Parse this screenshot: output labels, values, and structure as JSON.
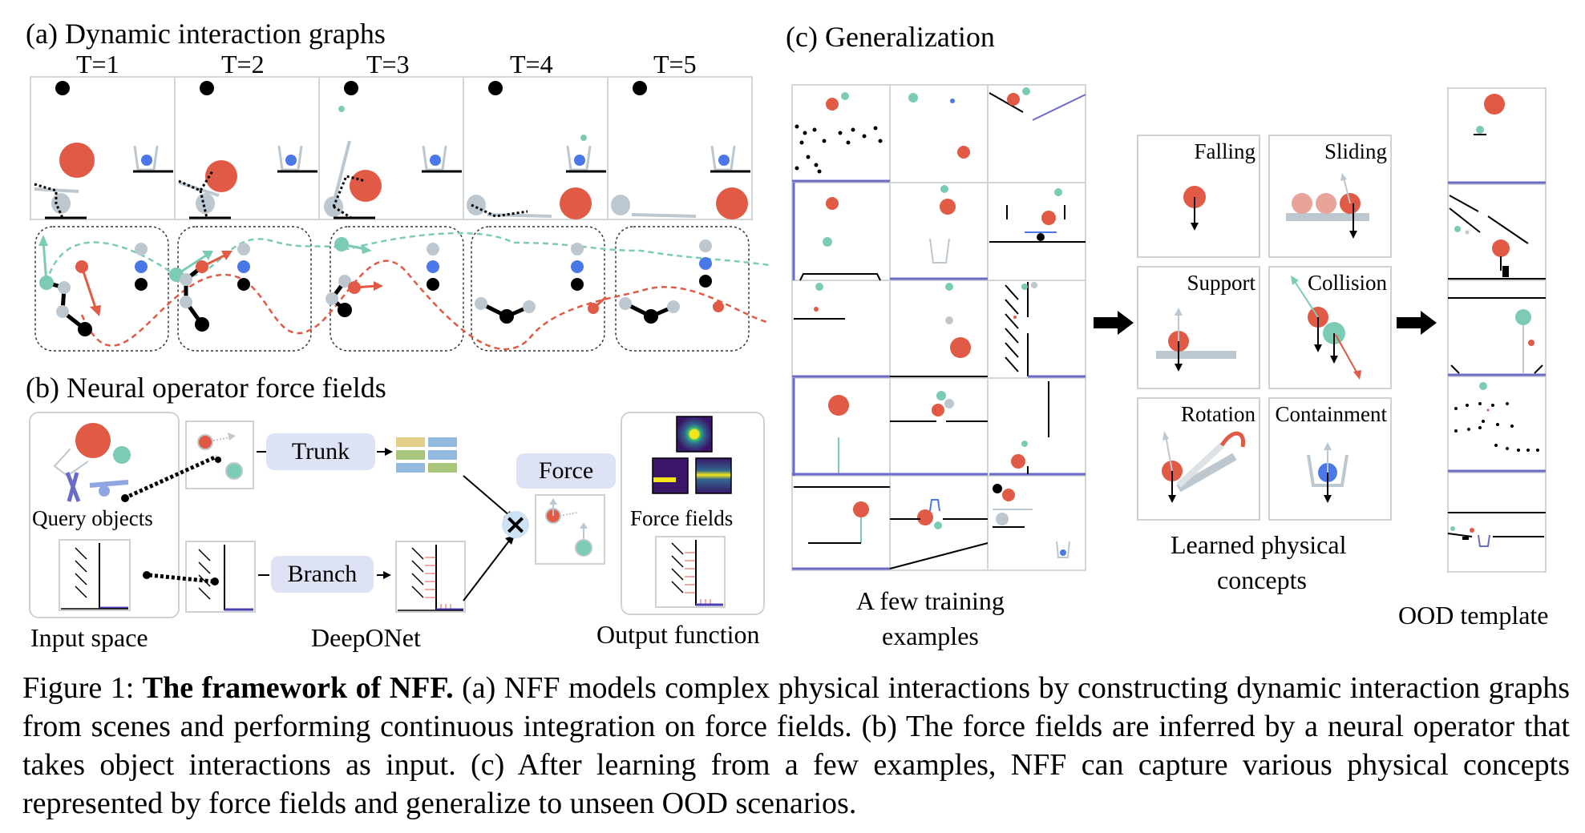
{
  "panel_a": {
    "title": "(a) Dynamic interaction graphs",
    "time_steps": [
      "T=1",
      "T=2",
      "T=3",
      "T=4",
      "T=5"
    ]
  },
  "panel_b": {
    "title": "(b) Neural operator force fields",
    "query_objects_label": "Query objects",
    "input_space_label": "Input space",
    "trunk_label": "Trunk",
    "branch_label": "Branch",
    "deeponet_label": "DeepONet",
    "force_label": "Force",
    "force_fields_label": "Force fields",
    "output_function_label": "Output function",
    "multiply_symbol": "×"
  },
  "panel_c": {
    "title": "(c) Generalization",
    "training_label_line1": "A few training",
    "training_label_line2": "examples",
    "concepts": [
      "Falling",
      "Sliding",
      "Support",
      "Collision",
      "Rotation",
      "Containment"
    ],
    "concepts_label_line1": "Learned physical",
    "concepts_label_line2": "concepts",
    "ood_label": "OOD template"
  },
  "colors": {
    "red": "#e05a45",
    "teal": "#7ccbb6",
    "blue": "#4a78e8",
    "gray": "#bcc7cf",
    "purple": "#6b6bc8",
    "pill": "#dde3f5"
  },
  "caption": {
    "prefix": "Figure 1: ",
    "bold": "The framework of NFF.",
    "text": " (a) NFF models complex physical interactions by constructing dynamic interaction graphs from scenes and performing continuous integration on force fields. (b) The force fields are inferred by a neural operator that takes object interactions as input. (c) After learning from a few examples, NFF can capture various physical concepts represented by force fields and generalize to unseen OOD scenarios."
  }
}
